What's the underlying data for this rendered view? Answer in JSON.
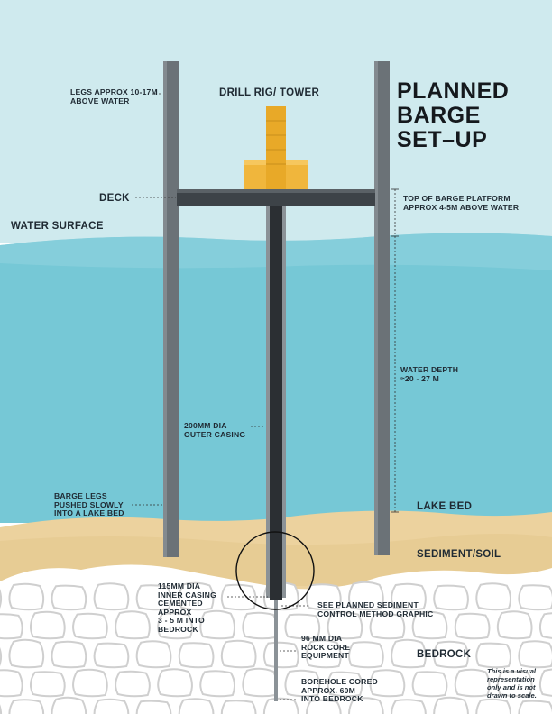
{
  "title": "PLANNED\nBARGE\nSET–UP",
  "labels": {
    "legs_above_water": "LEGS APPROX 10-17M\nABOVE WATER",
    "drill_rig": "DRILL RIG/ TOWER",
    "deck": "DECK",
    "top_of_platform": "TOP OF BARGE PLATFORM\nAPPROX 4-5M ABOVE WATER",
    "water_surface": "WATER SURFACE",
    "water_depth": "WATER DEPTH\n≈20 - 27 M",
    "outer_casing": "200MM DIA\nOUTER CASING",
    "barge_legs": "BARGE LEGS\nPUSHED SLOWLY\nINTO A LAKE BED",
    "lake_bed": "LAKE BED",
    "sediment_soil": "SEDIMENT/SOIL",
    "inner_casing": "115MM DIA\nINNER CASING\nCEMENTED\nAPPROX\n3 - 5 M INTO\nBEDROCK",
    "sediment_control": "SEE PLANNED SEDIMENT\nCONTROL METHOD GRAPHIC",
    "rock_core": "96 MM DIA\nROCK CORE\nEQUIPMENT",
    "bedrock": "BEDROCK",
    "borehole": "BOREHOLE CORED\nAPPROX. 60M\nINTO BEDROCK"
  },
  "note": "This is a visual\nrepresentation\nonly and is not\ndrawn to scale.",
  "colors": {
    "sky": "#cfeaee",
    "water": "#76c8d6",
    "sand": "#ecd29e",
    "rock_fill": "#ffffff",
    "rock_line": "#cfcfcf",
    "leg": "#6b7277",
    "deck": "#3d4348",
    "casing": "#2b2f33",
    "tower": "#f0b63c",
    "text": "#1f2a33"
  }
}
